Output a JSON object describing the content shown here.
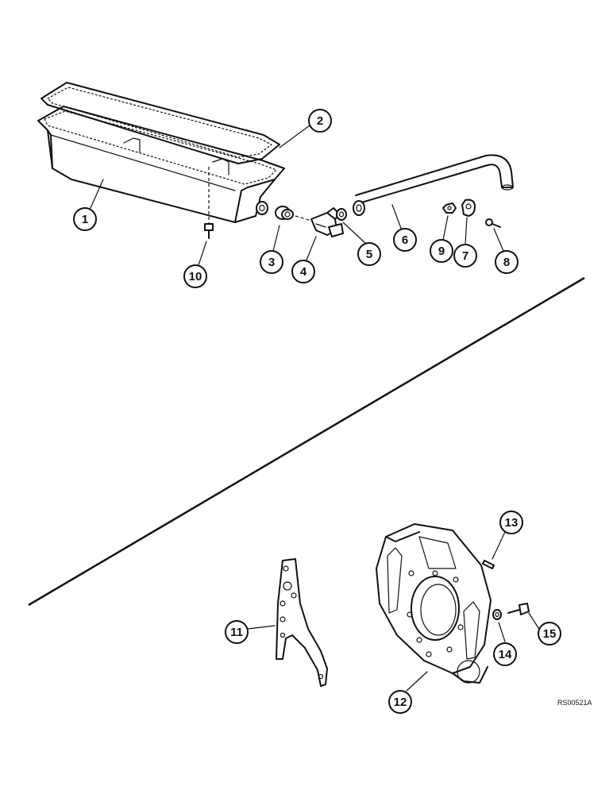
{
  "diagram": {
    "reference_code": "RS00521A",
    "callouts": [
      {
        "id": "c1",
        "label": "1"
      },
      {
        "id": "c2",
        "label": "2"
      },
      {
        "id": "c3",
        "label": "3"
      },
      {
        "id": "c4",
        "label": "4"
      },
      {
        "id": "c5",
        "label": "5"
      },
      {
        "id": "c6",
        "label": "6"
      },
      {
        "id": "c7",
        "label": "7"
      },
      {
        "id": "c8",
        "label": "8"
      },
      {
        "id": "c9",
        "label": "9"
      },
      {
        "id": "c10",
        "label": "10"
      },
      {
        "id": "c11",
        "label": "11"
      },
      {
        "id": "c12",
        "label": "12"
      },
      {
        "id": "c13",
        "label": "13"
      },
      {
        "id": "c14",
        "label": "14"
      },
      {
        "id": "c15",
        "label": "15"
      }
    ]
  }
}
